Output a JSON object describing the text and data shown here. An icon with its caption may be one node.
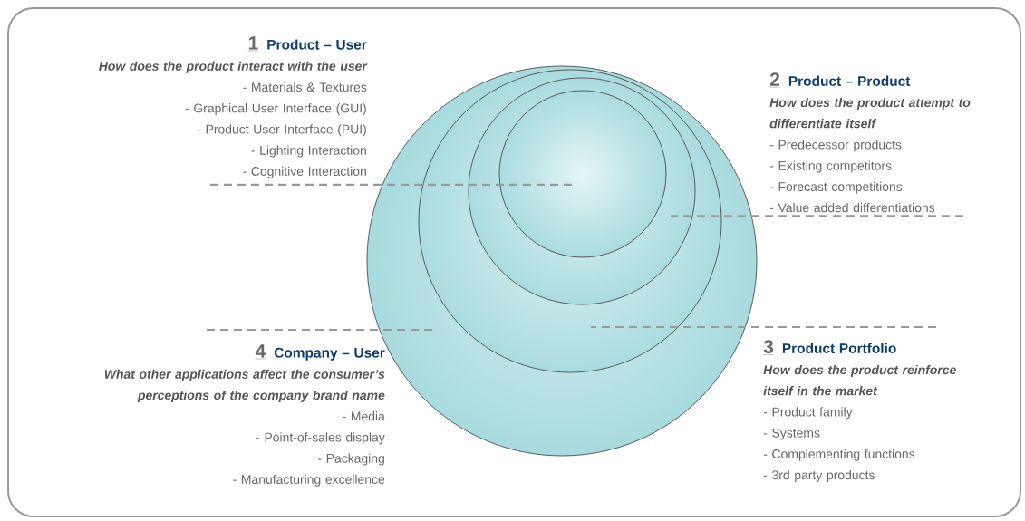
{
  "diagram": {
    "nodes": [
      {
        "text": [
          "1",
          "Product – User",
          "How does the product interact with the user",
          "- Materials & Textures",
          "- Graphical User Interface (GUI)",
          "- Product User Interface (PUI)",
          "- Lighting Interaction",
          "- Cognitive Interaction"
        ]
      },
      {
        "text": [
          "2",
          "Product – Product",
          "How does the product attempt to differentiate itself",
          "- Predecessor products",
          "- Existing competitors",
          "- Forecast competitions",
          "- Value added differentiations"
        ]
      },
      {
        "text": [],
        "shape": "circle"
      },
      {
        "text": [],
        "shape": "circle",
        "in": 2
      },
      {
        "text": [],
        "shape": "circle",
        "in": 3
      },
      {
        "text": [],
        "shape": "circle",
        "in": 4
      },
      {
        "text": [
          "4",
          "Company – User",
          "What other applications affect the consumer’s perceptions of the company brand name",
          "- Media",
          "- Point-of-sales display",
          "- Packaging",
          "- Manufacturing excellence"
        ]
      },
      {
        "text": [
          "3",
          "Product Portfolio",
          "How does the product reinforce itself in the market",
          "- Product family",
          "- Systems",
          "- Complementing functions",
          "- 3rd party products"
        ]
      }
    ],
    "edges": [
      {
        "from": 0,
        "to": 5,
        "arrow": "none",
        "style": "dashed"
      },
      {
        "from": 1,
        "to": 4,
        "arrow": "none",
        "style": "dashed"
      },
      {
        "from": 7,
        "to": 3,
        "arrow": "none",
        "style": "dashed"
      },
      {
        "from": 6,
        "to": 2,
        "arrow": "none",
        "style": "dashed"
      }
    ]
  }
}
